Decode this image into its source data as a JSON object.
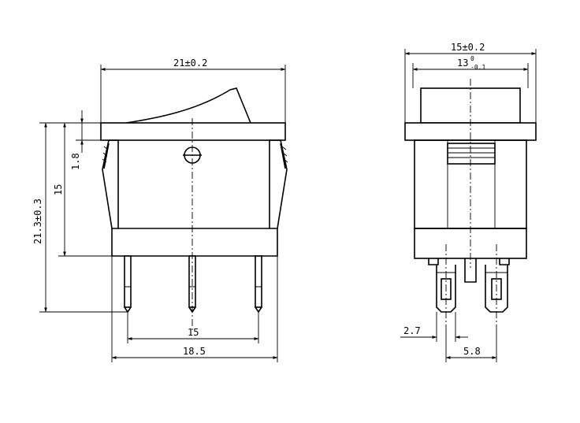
{
  "front_view": {
    "dim_width_top": "21±0.2",
    "dim_height_total": "21.3±0.3",
    "dim_height_body": "15",
    "dim_flange": "1.8",
    "dim_pin_pitch": "15",
    "dim_width_bottom": "18.5"
  },
  "side_view": {
    "dim_width_top": "15±0.2",
    "dim_inner_main": "13",
    "dim_inner_tol_upper": "0",
    "dim_inner_tol_lower": "-0.1",
    "dim_pin_width": "2.7",
    "dim_pin_spacing": "5.8"
  }
}
